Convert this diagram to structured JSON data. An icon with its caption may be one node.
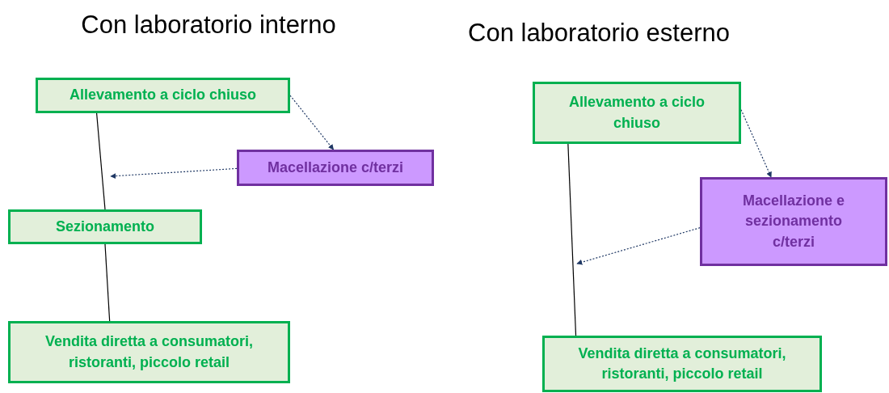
{
  "diagram": {
    "nodes": [
      {
        "text": [
          "Allevamento a ciclo chiuso"
        ]
      },
      {
        "text": [
          "Macellazione c/terzi"
        ]
      },
      {
        "text": [
          "Sezionamento"
        ]
      },
      {
        "text": [
          "Vendita diretta a consumatori, ristoranti, piccolo retail"
        ]
      },
      {
        "text": [
          "Allevamento a ciclo chiuso"
        ]
      },
      {
        "text": [
          "Macellazione e sezionamento c/terzi"
        ]
      },
      {
        "text": [
          "Vendita diretta a consumatori, ristoranti, piccolo retail"
        ]
      }
    ],
    "edges": [
      {
        "from": 0,
        "to": 2,
        "arrow": "none",
        "color": "#000000"
      },
      {
        "from": 2,
        "to": 3,
        "arrow": "none",
        "color": "#000000"
      },
      {
        "from": 0,
        "to": 1,
        "arrow": "to",
        "style": "dashed"
      },
      {
        "from": 1,
        "to": null,
        "arrow": "to",
        "style": "dashed"
      },
      {
        "from": 4,
        "to": 6,
        "arrow": "none",
        "color": "#000000"
      },
      {
        "from": 4,
        "to": 5,
        "arrow": "to",
        "style": "dashed"
      },
      {
        "from": 5,
        "to": null,
        "arrow": "to",
        "style": "dashed"
      }
    ],
    "labels": [
      "Con laboratorio interno",
      "Con laboratorio esterno"
    ]
  }
}
